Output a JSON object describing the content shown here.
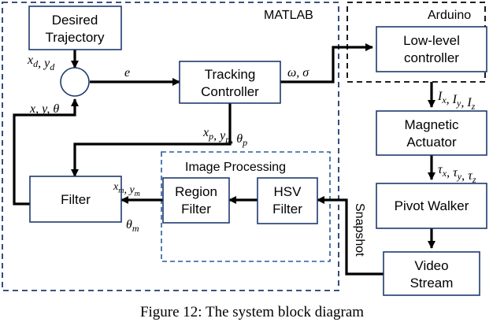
{
  "regions": {
    "matlab": "MATLAB",
    "arduino": "Arduino",
    "image_processing": "Image Processing"
  },
  "blocks": {
    "desired_trajectory": [
      "Desired",
      "Trajectory"
    ],
    "tracking_controller": [
      "Tracking",
      "Controller"
    ],
    "filter": [
      "Filter"
    ],
    "region_filter": [
      "Region",
      "Filter"
    ],
    "hsv_filter": [
      "HSV",
      "Filter"
    ],
    "low_level_controller": [
      "Low-level",
      "controller"
    ],
    "magnetic_actuator": [
      "Magnetic",
      "Actuator"
    ],
    "pivot_walker": [
      "Pivot Walker"
    ],
    "video_stream": [
      "Video",
      "Stream"
    ]
  },
  "signals": {
    "desired_pose": "x_d, y_d",
    "feedback_pose": "x, y, θ",
    "error": "e",
    "omega_sigma": "ω, σ",
    "predicted_pose": "x_p, y_p, θ_p",
    "measured_pos": "x_m, y_m",
    "measured_theta": "θ_m",
    "currents": "I_x, I_y, I_z",
    "torques": "τ_x, τ_y, τ_z",
    "snapshot": "Snapshot"
  },
  "caption": "Figure 12: The system block diagram"
}
